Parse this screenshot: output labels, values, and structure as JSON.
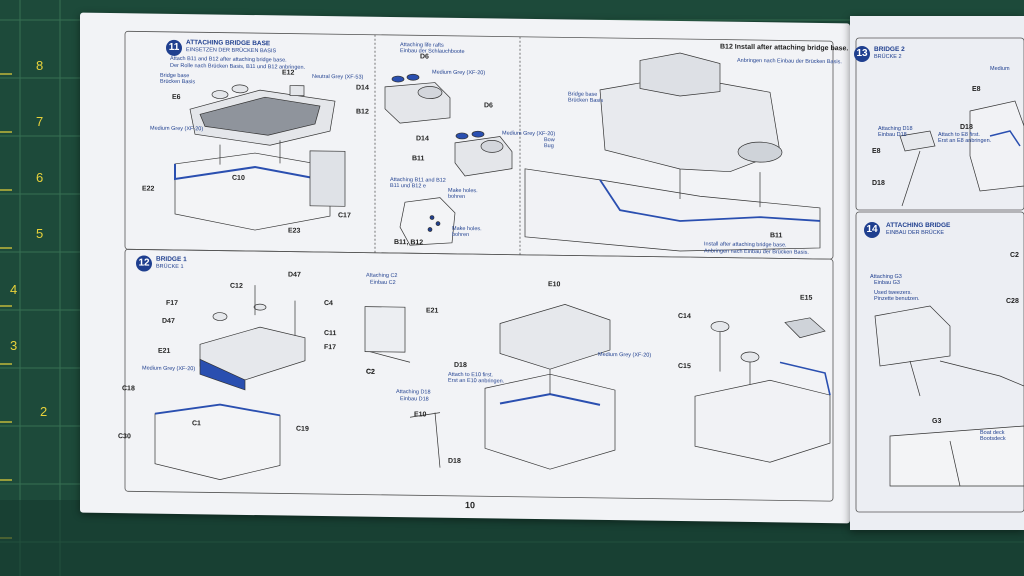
{
  "mat": {
    "colors": {
      "mat": "#1d4a3a",
      "grid": "#3d7a5a",
      "ruler": "#e8d23a"
    },
    "ruler_numbers": [
      "8",
      "7",
      "6",
      "5",
      "4",
      "3",
      "2"
    ]
  },
  "page_left": {
    "page_number": "10",
    "step11": {
      "number": "11",
      "title": "ATTACHING BRIDGE BASE",
      "subtitle": "EINSETZEN DER BRÜCKEN BASIS",
      "note": "Attach B11 and B12 after attaching bridge base.",
      "note_de": "Der Rolle nach Brücken Basis, B11 und B12 anbringen.",
      "bridge_base": "Bridge base",
      "bridge_base_de": "Brücken Basis",
      "neutral_grey": "Neutral Grey (XF-53)",
      "medium_grey": "Medium Grey (XF-20)",
      "parts": [
        "E6",
        "E12",
        "C10",
        "E22",
        "E23",
        "C17"
      ]
    },
    "liferafts": {
      "title": "Attaching life rafts",
      "title_de": "Einbau der Schlauchboote",
      "medium_grey": "Medium Grey (XF-20)",
      "parts": [
        "D6",
        "D14",
        "B12",
        "D6",
        "D14",
        "B11"
      ],
      "b11b12": "Attaching B11 and B12",
      "b11b12_de": "B11 und B12 e",
      "make_holes": "Make holes.",
      "make_holes_de": "bohren",
      "label_b11b12": "B11, B12",
      "bow": "Bow",
      "bow_de": "Bug"
    },
    "ship": {
      "b12_install": "B12 Install after attaching bridge base.",
      "b12_install_de": "Anbringen nach Einbau der Brücken Basis.",
      "bridge_base": "Bridge base",
      "bridge_base_de": "Brücken Basis",
      "b11": "B11",
      "b11_install": "Install after attaching bridge base.",
      "b11_install_de": "Anbringen nach Einbau der Brücken Basis."
    },
    "step12": {
      "number": "12",
      "title": "BRIDGE 1",
      "subtitle": "BRÜCKE 1",
      "parts": [
        "C12",
        "D47",
        "F17",
        "C4",
        "D47",
        "C11",
        "F17",
        "E21",
        "C18",
        "C1",
        "C2",
        "C30",
        "C19"
      ],
      "medium_grey": "Medium Grey (XF-20)",
      "c2_title": "Attaching C2",
      "c2_title_de": "Einbau C2",
      "c2_parts": [
        "E21",
        "C2"
      ],
      "d18_title": "Attaching D18",
      "d18_title_de": "Einbau D18",
      "d18_parts": [
        "E10",
        "D18"
      ],
      "center_parts": [
        "E10",
        "D18"
      ],
      "attach_e10": "Attach to E10 first.",
      "attach_e10_de": "Erst an E10 anbringen.",
      "center_grey": "Medium Grey (XF-20)",
      "right_parts": [
        "C14",
        "E15",
        "C15"
      ]
    }
  },
  "page_right": {
    "step13": {
      "number": "13",
      "title": "BRIDGE 2",
      "subtitle": "BRÜCKE 2",
      "d18_title": "Attaching D18",
      "d18_title_de": "Einbau D18",
      "attach_e8": "Attach to E8 first.",
      "attach_e8_de": "Erst an E8 anbringen.",
      "parts": [
        "E8",
        "D18",
        "E8",
        "D18"
      ],
      "medium": "Medium"
    },
    "step14": {
      "number": "14",
      "title": "ATTACHING BRIDGE",
      "subtitle": "EINBAU DER BRÜCKE",
      "g3_title": "Attaching G3",
      "g3_title_de": "Einbau G3",
      "g3_note": "Used tweezers.",
      "g3_note_de": "Pinzette benutzen.",
      "parts": [
        "C2",
        "C28",
        "G3"
      ],
      "boat_deck": "Boat deck",
      "boat_deck_de": "Bootsdeck"
    }
  }
}
